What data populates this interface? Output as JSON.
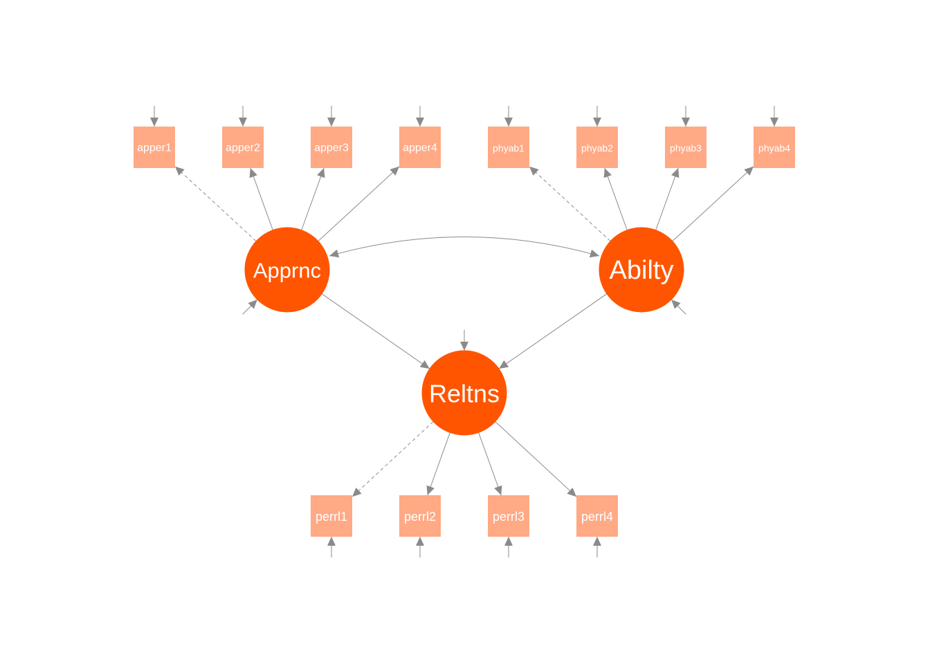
{
  "colors": {
    "manifest_fill": "#FFA985",
    "latent_fill": "#FF5500",
    "edge": "#8a8a8a",
    "label": "#ffffff"
  },
  "latents": [
    {
      "id": "Apprnc",
      "label": "Apprnc"
    },
    {
      "id": "Abilty",
      "label": "Abilty"
    },
    {
      "id": "Reltns",
      "label": "Reltns"
    }
  ],
  "manifests": [
    {
      "id": "apper1",
      "label": "apper1"
    },
    {
      "id": "apper2",
      "label": "apper2"
    },
    {
      "id": "apper3",
      "label": "apper3"
    },
    {
      "id": "apper4",
      "label": "apper4"
    },
    {
      "id": "phyab1",
      "label": "phyab1"
    },
    {
      "id": "phyab2",
      "label": "phyab2"
    },
    {
      "id": "phyab3",
      "label": "phyab3"
    },
    {
      "id": "phyab4",
      "label": "phyab4"
    },
    {
      "id": "perrl1",
      "label": "perrl1"
    },
    {
      "id": "perrl2",
      "label": "perrl2"
    },
    {
      "id": "perrl3",
      "label": "perrl3"
    },
    {
      "id": "perrl4",
      "label": "perrl4"
    }
  ],
  "loadings": [
    {
      "from": "Apprnc",
      "to": "apper1",
      "fixed": true
    },
    {
      "from": "Apprnc",
      "to": "apper2",
      "fixed": false
    },
    {
      "from": "Apprnc",
      "to": "apper3",
      "fixed": false
    },
    {
      "from": "Apprnc",
      "to": "apper4",
      "fixed": false
    },
    {
      "from": "Abilty",
      "to": "phyab1",
      "fixed": true
    },
    {
      "from": "Abilty",
      "to": "phyab2",
      "fixed": false
    },
    {
      "from": "Abilty",
      "to": "phyab3",
      "fixed": false
    },
    {
      "from": "Abilty",
      "to": "phyab4",
      "fixed": false
    },
    {
      "from": "Reltns",
      "to": "perrl1",
      "fixed": true
    },
    {
      "from": "Reltns",
      "to": "perrl2",
      "fixed": false
    },
    {
      "from": "Reltns",
      "to": "perrl3",
      "fixed": false
    },
    {
      "from": "Reltns",
      "to": "perrl4",
      "fixed": false
    }
  ],
  "regressions": [
    {
      "from": "Apprnc",
      "to": "Reltns"
    },
    {
      "from": "Abilty",
      "to": "Reltns"
    }
  ],
  "covariances": [
    {
      "a": "Apprnc",
      "b": "Abilty"
    }
  ],
  "residuals": [
    "apper1",
    "apper2",
    "apper3",
    "apper4",
    "phyab1",
    "phyab2",
    "phyab3",
    "phyab4",
    "perrl1",
    "perrl2",
    "perrl3",
    "perrl4",
    "Apprnc",
    "Abilty",
    "Reltns"
  ]
}
